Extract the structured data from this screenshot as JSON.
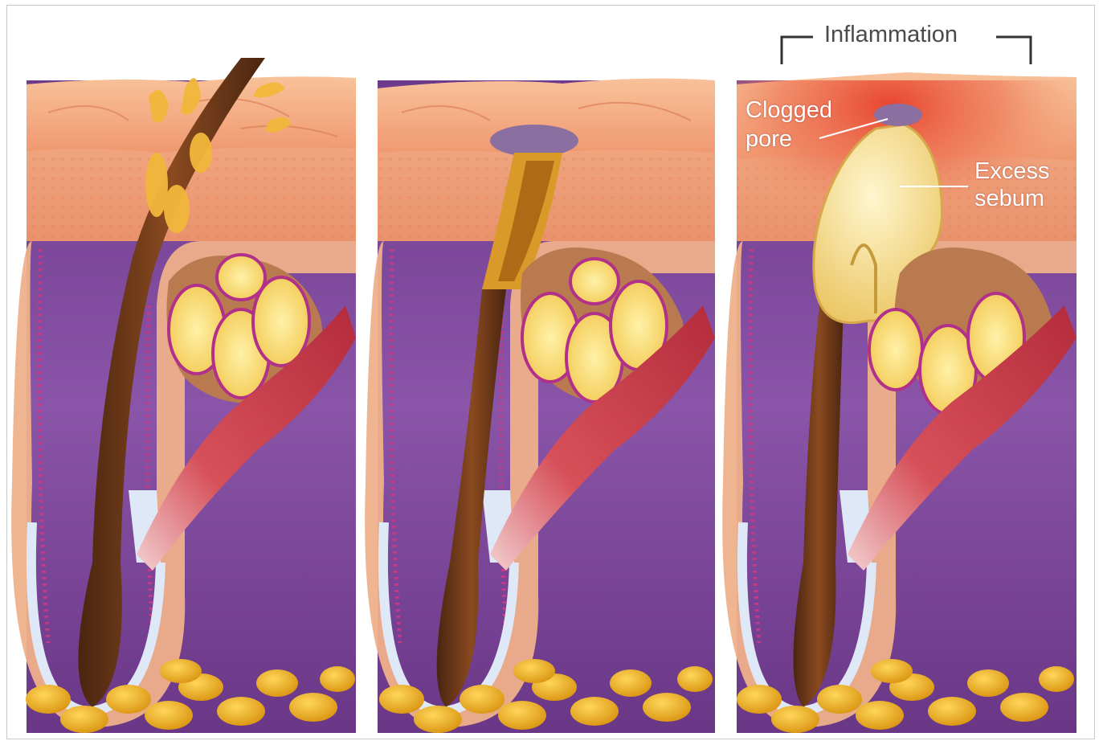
{
  "panels": [
    {
      "id": "normal"
    },
    {
      "id": "blocked"
    },
    {
      "id": "inflamed"
    }
  ],
  "labels": {
    "inflammation": "Inflammation",
    "clogged_pore_line1": "Clogged",
    "clogged_pore_line2": "pore",
    "excess_sebum_line1": "Excess",
    "excess_sebum_line2": "sebum"
  },
  "colors": {
    "dermis_purple": "#7a4595",
    "epidermis_orange": "#f0a27a",
    "hair_brown": "#6b3a1a",
    "sebum_yellow": "#f5d66a",
    "fat_gold": "#f1b71c",
    "muscle_red": "#c8404a",
    "inflammation_red": "#e2523c",
    "plug_purple": "#8a6fa0"
  }
}
